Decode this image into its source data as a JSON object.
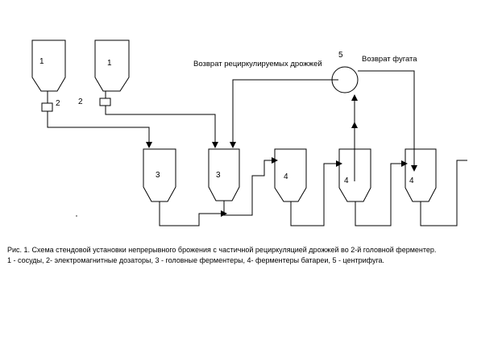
{
  "diagram": {
    "labels": {
      "vessel_left": "1",
      "vessel_right": "1",
      "doser_left": "2",
      "doser_right": "2",
      "head_fermenter_1": "3",
      "head_fermenter_2": "3",
      "battery_fermenter_1": "4",
      "battery_fermenter_2": "4",
      "battery_fermenter_3": "4",
      "centrifuge": "5",
      "yeast_return": "Возврат рециркулируемых дрожжей",
      "fugate_return": "Возврат фугата"
    }
  },
  "caption": {
    "line1": "Рис. 1. Схема стендовой установки непрерывного брожения с частичной рециркуляцией дрожжей во 2-й головной ферментер.",
    "line2": "1 - сосуды,    2- электромагнитные дозаторы, 3 - головные ферментеры,  4- ферментеры батареи,   5 - центрифуга."
  }
}
